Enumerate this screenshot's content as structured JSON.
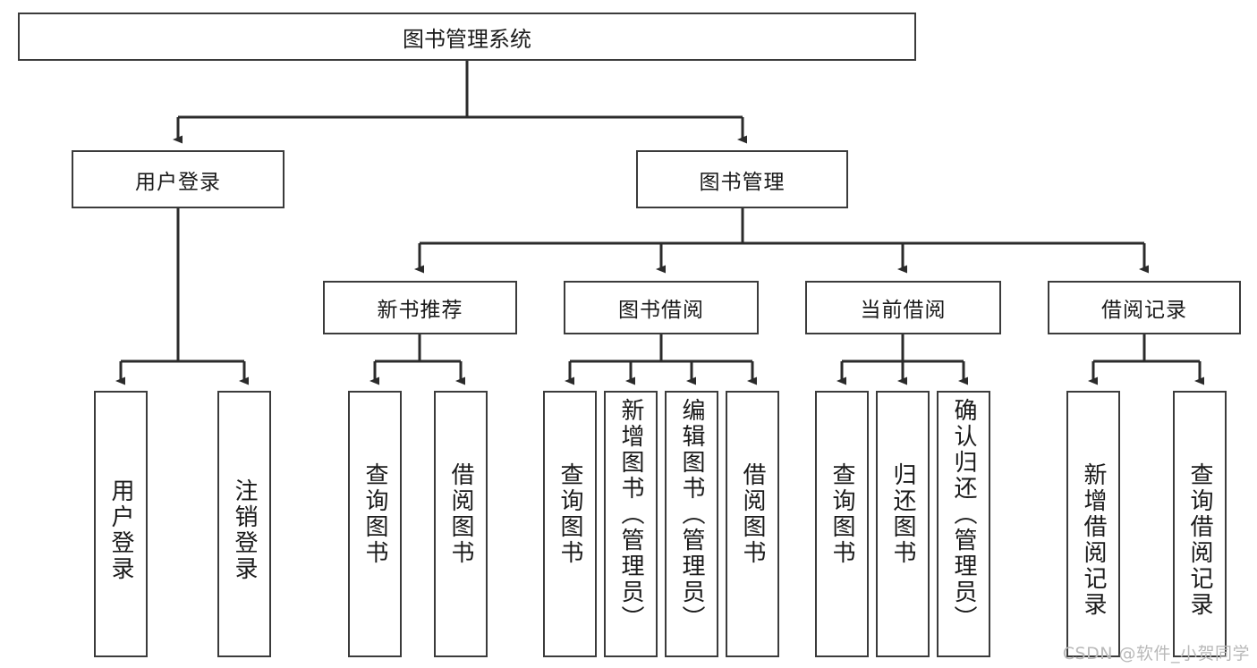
{
  "diagram": {
    "title": "图书管理系统",
    "type": "hierarchy-tree",
    "root": {
      "label": "图书管理系统"
    },
    "level2": [
      {
        "id": "user-login",
        "label": "用户登录"
      },
      {
        "id": "book-management",
        "label": "图书管理"
      }
    ],
    "level3": [
      {
        "id": "new-book-recommend",
        "label": "新书推荐"
      },
      {
        "id": "book-borrow",
        "label": "图书借阅"
      },
      {
        "id": "current-borrow",
        "label": "当前借阅"
      },
      {
        "id": "borrow-record",
        "label": "借阅记录"
      }
    ],
    "leaves": [
      {
        "id": "leaf-user-login",
        "label": "用户登录",
        "parent": "user-login"
      },
      {
        "id": "leaf-user-logout",
        "label": "注销登录",
        "parent": "user-login"
      },
      {
        "id": "leaf-query-book-1",
        "label": "查询图书",
        "parent": "new-book-recommend"
      },
      {
        "id": "leaf-borrow-book-1",
        "label": "借阅图书",
        "parent": "new-book-recommend"
      },
      {
        "id": "leaf-query-book-2",
        "label": "查询图书",
        "parent": "book-borrow"
      },
      {
        "id": "leaf-add-book",
        "label": "新增图书（管理员）",
        "parent": "book-borrow"
      },
      {
        "id": "leaf-edit-book",
        "label": "编辑图书（管理员）",
        "parent": "book-borrow"
      },
      {
        "id": "leaf-borrow-book-2",
        "label": "借阅图书",
        "parent": "book-borrow"
      },
      {
        "id": "leaf-query-book-3",
        "label": "查询图书",
        "parent": "current-borrow"
      },
      {
        "id": "leaf-return-book",
        "label": "归还图书",
        "parent": "current-borrow"
      },
      {
        "id": "leaf-confirm-return",
        "label": "确认归还（管理员）",
        "parent": "current-borrow"
      },
      {
        "id": "leaf-add-record",
        "label": "新增借阅记录",
        "parent": "borrow-record"
      },
      {
        "id": "leaf-query-record",
        "label": "查询借阅记录",
        "parent": "borrow-record"
      }
    ],
    "colors": {
      "box_border": "#3b3b3b",
      "box_fill": "#ffffff",
      "edge": "#2b2b2b",
      "text": "#1a1a1a",
      "watermark": "#b9b9b9",
      "background": "#ffffff"
    }
  },
  "watermark": {
    "text": "CSDN @软件_小贺同学"
  }
}
